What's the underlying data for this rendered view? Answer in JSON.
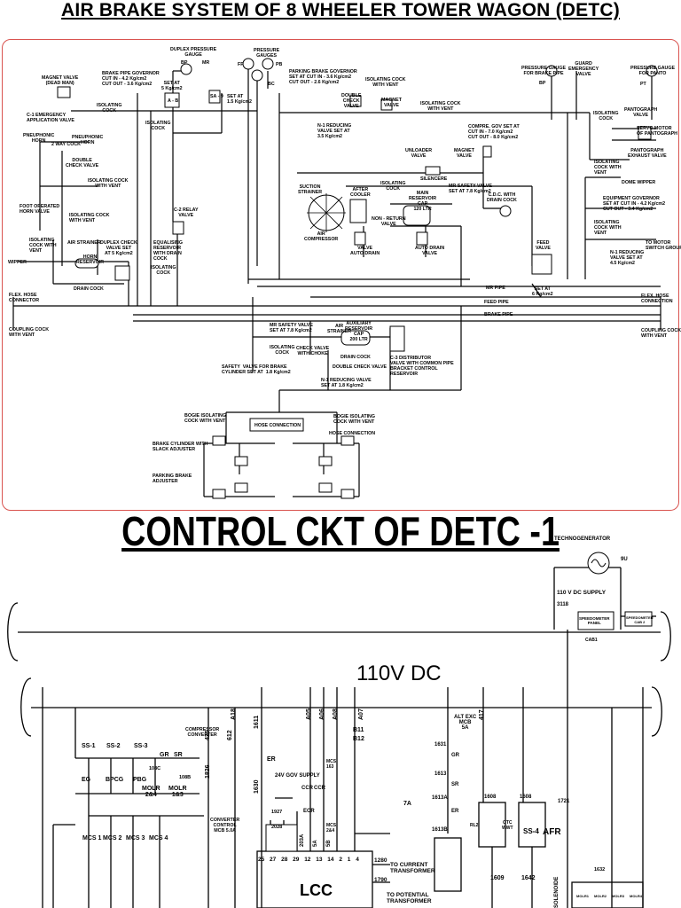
{
  "titles": {
    "air_brake": "AIR BRAKE SYSTEM OF 8 WHEELER TOWER WAGON (DETC)",
    "control": "CONTROL CKT OF DETC -1"
  },
  "brake_labels": {
    "duplex_gauge": "DUPLEX PRESSURE\nGAUGE",
    "bp": "BP",
    "mr": "MR",
    "fp": "FP",
    "pressure_gauges": "PRESSURE\nGAUGES",
    "pb": "PB",
    "bc": "BC",
    "parking_governor": "PARKING BRAKE GOVERNOR\nSET AT CUT IN - 3.6 Kg/cm2\nCUT OUT - 2.6 Kg/cm2",
    "iso_cock_vent_top": "ISOLATING COCK\nWITH VENT",
    "pg_brake_pipe": "PRESSURE GAUGE\nFOR BRAKE PIPE",
    "bp_gauge": "BP",
    "guard_valve": "GUARD\nEMERGENCY\nVALVE",
    "pg_panto": "PRESSURE GAUGE\nFOR PANTO",
    "pt": "PT",
    "magnet_valve_dm": "MAGNET VALVE\n(DEAD MAN)",
    "bp_governor": "BRAKE PIPE GOVERNOR\nCUT IN - 4.2 Kg/cm2\nCUT OUT - 3.6 Kg/cm2",
    "set_at_5": "SET AT\n5 Kg/cm2",
    "a_b": "A - B",
    "sa": "SA - 9",
    "set_at_15": "SET AT\n1.5 Kg/cm2",
    "double_check_top": "DOUBLE\nCHECK\nVALVE",
    "magnet_valve_top": "MAGNET\nVALVE",
    "iso_cock_vent_2": "ISOLATING COCK\nWITH VENT",
    "c1_emergency": "C-1 EMERGENCY\nAPPLICATION VALVE",
    "iso_cock_1": "ISOLATING\nCOCK",
    "iso_cock_2": "ISOLATING\nCOCK",
    "n1_reducing_35": "N-1 REDUCING\nVALVE SET AT\n3.5 Kg/cm2",
    "iso_cock_panto": "ISOLATING\nCOCK",
    "panto_valve": "PANTOGRAPH\nVALVE",
    "servo_motor": "SERVO MOTOR\nOF PANTOGRAPH",
    "panto_exhaust": "PANTOGRAPH\nEXHAUST VALVE",
    "pneuphonic_horn_1": "PNEUPHONIC\nHORN",
    "way_cock": "2 WAY COCK",
    "pneuphonic_horn_2": "PNEUPHONIC\nHORN",
    "double_check_horn": "DOUBLE\nCHECK VALVE",
    "compr_gov": "COMPRE. GOV SET AT\nCUT IN - 7.0 Kg/cm2\nCUT OUT - 8.0 Kg/cm2",
    "unloader": "UNLOADER\nVALVE",
    "magnet_valve_comp": "MAGNET\nVALVE",
    "silencer": "SILENCERE",
    "iso_cock_vent_3": "ISOLATING COCK\nWITH VENT",
    "iso_cock_vent_dome": "ISOLATING\nCOCK WITH\nVENT",
    "dome_wiper": "DOME WIPPER",
    "suction_strainer": "SUCTION\nSTRAINER",
    "after_cooler": "AFTER\nCOOLER",
    "iso_cock_3": "ISOLATING\nCOCK",
    "main_reservoir": "MAIN\nRESERVOIR\nCAP\n120 LTR",
    "mr_safety_valve": "MR SAFETY VALVE\nSET AT 7.8 Kg/cm2",
    "cdc_drain": "C.D.C. WITH\nDRAIN COCK",
    "foot_horn": "FOOT OPERATED\nHORN VALVE",
    "iso_cock_vent_4": "ISOLATING COCK\nWITH VENT",
    "c2_relay": "C-2 RELAY\nVALVE",
    "equip_gov": "EQUIPMENT GOVERNOR\nSET AT CUT IN - 4.2 Kg/cm2\nCUT OUT - 3.4 Kg/cm2",
    "air_compressor": "AIR\nCOMPRESSOR",
    "non_return": "NON - RETURN\nVALVE",
    "iso_cock_vent_5": "ISOLATING\nCOCK WITH\nVENT",
    "iso_cock_vent_left": "ISOLATING\nCOCK WITH\nVENT",
    "air_strainer": "AIR STRAINER",
    "duplex_check": "DUPLEX CHECK\nVALVE SET\nAT 5 Kg/cm2",
    "equalising": "EQUALISING\nRESERVOIR\nWITH DRAIN\nCOCK",
    "valve_auto_drain": "VALVE\nAUTO DRAIN",
    "auto_drain_valve": "AUTO DRAIN\nVALVE",
    "feed_valve": "FEED\nVALVE",
    "to_motor_switch": "TO MOTOR\nSWITCH GROUP",
    "n1_reducing_45": "N-1 REDUCING\nVALVE SET AT\n4.5 Kg/cm2",
    "wipper": "WIPPER",
    "horn_reservoir": "HORN\nRESERVOIR",
    "iso_cock_4": "ISOLATING\nCOCK",
    "drain_cock": "DRAIN COCK",
    "set_at_6": "SET AT\n6 Kg/cm2",
    "flex_hose_left": "FLEX. HOSE\nCONNECTOR",
    "flex_hose_right": "FLEX. HOSE\nCONNECTION",
    "mr_pipe": "MR PIPE",
    "feed_pipe": "FEED PIPE",
    "brake_pipe": "BRAKE PIPE",
    "coupling_left": "COUPLING COCK\nWITH VENT",
    "coupling_right": "COUPLING COCK\nWITH VENT",
    "mr_safety_2": "MR SAFETY VALVE\nSET AT 7.8 Kg/cm2",
    "air_strainer_2": "AIR\nSTRAINER",
    "aux_reservoir": "AUXILIARY\nRESERVOIR\nCAP\n200 LTR",
    "iso_cock_5": "ISOLATING\nCOCK",
    "check_choke": "CHECK VALVE\nWITH CHOKE",
    "drain_cock_2": "DRAIN COCK",
    "c3_distributor": "C-3 DISTRIBUTOR\nVALVE WITH COMMON PIPE\nBRACKET CONTROL\nRESERVOIR",
    "safety_bc": "SAFETY  VALVE FOR BRAKE\nCYLINDER SET AT  1.8 Kg/cm2",
    "double_check_low": "DOUBLE CHECK VALVE",
    "n1_reducing_18": "N-1 REDUCING VALVE\nSET AT 1.8 Kg/cm2",
    "bogie_left": "BOGIE ISOLATING\nCOCK WITH VENT",
    "bogie_right": "BOGIE ISOLATING\nCOCK WITH VENT",
    "hose_conn_1": "HOSE CONNECTION",
    "hose_conn_2": "HOSE CONNECTION",
    "brake_cylinder": "BRAKE CYLINDER WITH\nSLACK ADJUSTER",
    "parking_adjuster": "PARKING BRAKE\nADJUSTER"
  },
  "control_labels": {
    "technogenerator": "TECHNOGENERATOR",
    "gen_wire": "9U",
    "supply": "110 V DC SUPPLY",
    "wire_3118": "3118",
    "speedometer_panel": "SPEEDOMETER\nPANEL",
    "speedometer_cab2": "SPEEDOMETER\nCAB 2",
    "cab1": "CAB1",
    "dc110": "110V DC",
    "lcc": "LCC",
    "top_wires": [
      "425",
      "612",
      "A18",
      "1611",
      "A05",
      "A06",
      "A08",
      "A07",
      "417"
    ],
    "wire_1826": "1826",
    "wire_1630": "1630",
    "compressor_converter": "COMPRESSOR\nCONVERTER",
    "conv_control": "CONVERTER\nCONTROL\nMCB 5.0A",
    "ss1": "SS-1",
    "ss2": "SS-2",
    "ss3": "SS-3",
    "eg": "EG",
    "bpcg": "BPCG",
    "pbg": "PBG",
    "gr": "GR",
    "sr": "SR",
    "w108c": "108C",
    "w108b": "108B",
    "molr1": "MOLR\n2&4",
    "molr2": "MOLR\n1&3",
    "mcs1": "MCS 1",
    "mcs2": "MCS 2",
    "mcs3": "MCS 3",
    "mcs4": "MCS 4",
    "er": "ER",
    "b11": "B11",
    "b12": "B12",
    "gov_supply": "24V GOV SUPPLY",
    "ccr1": "CCR",
    "ccr2": "CCR",
    "ecr": "ECR",
    "mcs_163": "MCS\n163",
    "mcs_24": "MCS\n2&4",
    "w1927": "1927",
    "w2028": "2028",
    "w203a": "203A",
    "w5a": "5A",
    "w5b": "5B",
    "w7a": "7A",
    "term_row": [
      "25",
      "27",
      "28",
      "29",
      "12",
      "13",
      "14",
      "2",
      "1",
      "4"
    ],
    "w1280": "1280",
    "w1790": "1790",
    "to_ct": "TO CURRENT\nTRANSFORMER",
    "to_pt": "TO POTENTIAL\nTRANSFORMER",
    "alt_exc": "ALT EXC\nMCB\n5A",
    "w1631": "1631",
    "w1613": "1613",
    "w1613a": "1613A",
    "w1613b": "1613B",
    "gr2": "GR",
    "sr2": "SR",
    "er2": "ER",
    "w1608a": "1608",
    "w1608b": "1608",
    "otc": "OTC\nWWT",
    "ss4": "SS-4",
    "afr": "AFR",
    "rl2": "RL2",
    "w1609": "1609",
    "w1642": "1642",
    "w1721": "1721",
    "w1632": "1632",
    "solenoid": "SOLENOIDE",
    "molr_small": [
      "MOLR1",
      "MOLR2",
      "MOLR3",
      "MOLR4"
    ]
  }
}
